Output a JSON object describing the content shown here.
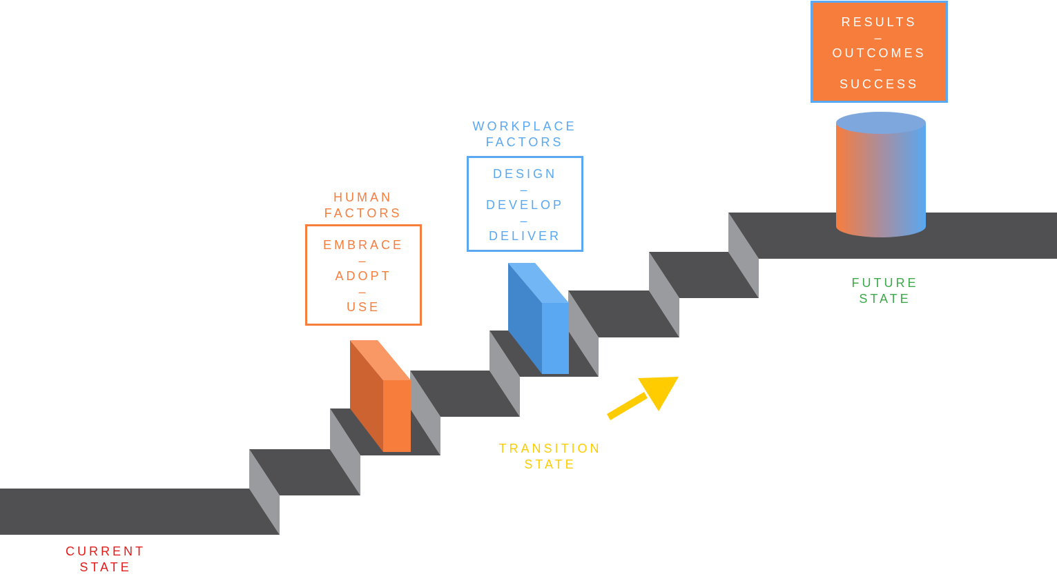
{
  "colors": {
    "stair_top": "#505052",
    "stair_riser": "#9a9b9e",
    "orange": "#f77d3d",
    "blue": "#59a8f1",
    "red": "#e31b1b",
    "green": "#3da94b",
    "yellow": "#ffcc00"
  },
  "labels": {
    "current": [
      "CURRENT",
      "STATE"
    ],
    "transition": [
      "TRANSITION",
      "STATE"
    ],
    "future": [
      "FUTURE",
      "STATE"
    ],
    "human": [
      "HUMAN",
      "FACTORS"
    ],
    "workplace": [
      "WORKPLACE",
      "FACTORS"
    ]
  },
  "boxes": {
    "human": [
      "EMBRACE",
      "–",
      "ADOPT",
      "–",
      "USE"
    ],
    "workplace": [
      "DESIGN",
      "–",
      "DEVELOP",
      "–",
      "DELIVER"
    ],
    "results": [
      "RESULTS",
      "–",
      "OUTCOMES",
      "–",
      "SUCCESS"
    ]
  },
  "icons": {
    "arrow": "arrow-up-right-icon",
    "cylinder": "cylinder-icon"
  }
}
